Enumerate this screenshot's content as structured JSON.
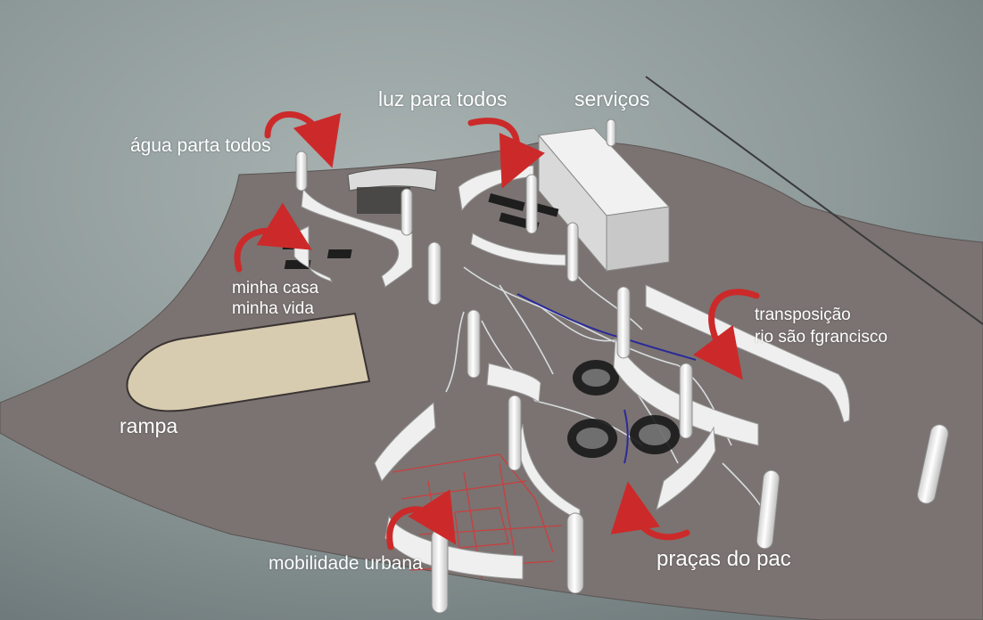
{
  "labels": {
    "agua": "água parta todos",
    "luz": "luz para todos",
    "servicos": "serviços",
    "minha_casa_1": "minha casa",
    "minha_casa_2": "minha vida",
    "transposicao_1": "transposição",
    "transposicao_2": "rio são fgrancisco",
    "rampa": "rampa",
    "mobilidade": "mobilidade urbana",
    "pracas": "praças do pac"
  },
  "colors": {
    "sky": "#8f9b9c",
    "ground": "#7a7371",
    "ramp": "#d8ccb0",
    "arrow": "#cc2a2a",
    "wall": "#efefef",
    "river": "#e8eef2",
    "label": "#ffffff"
  }
}
